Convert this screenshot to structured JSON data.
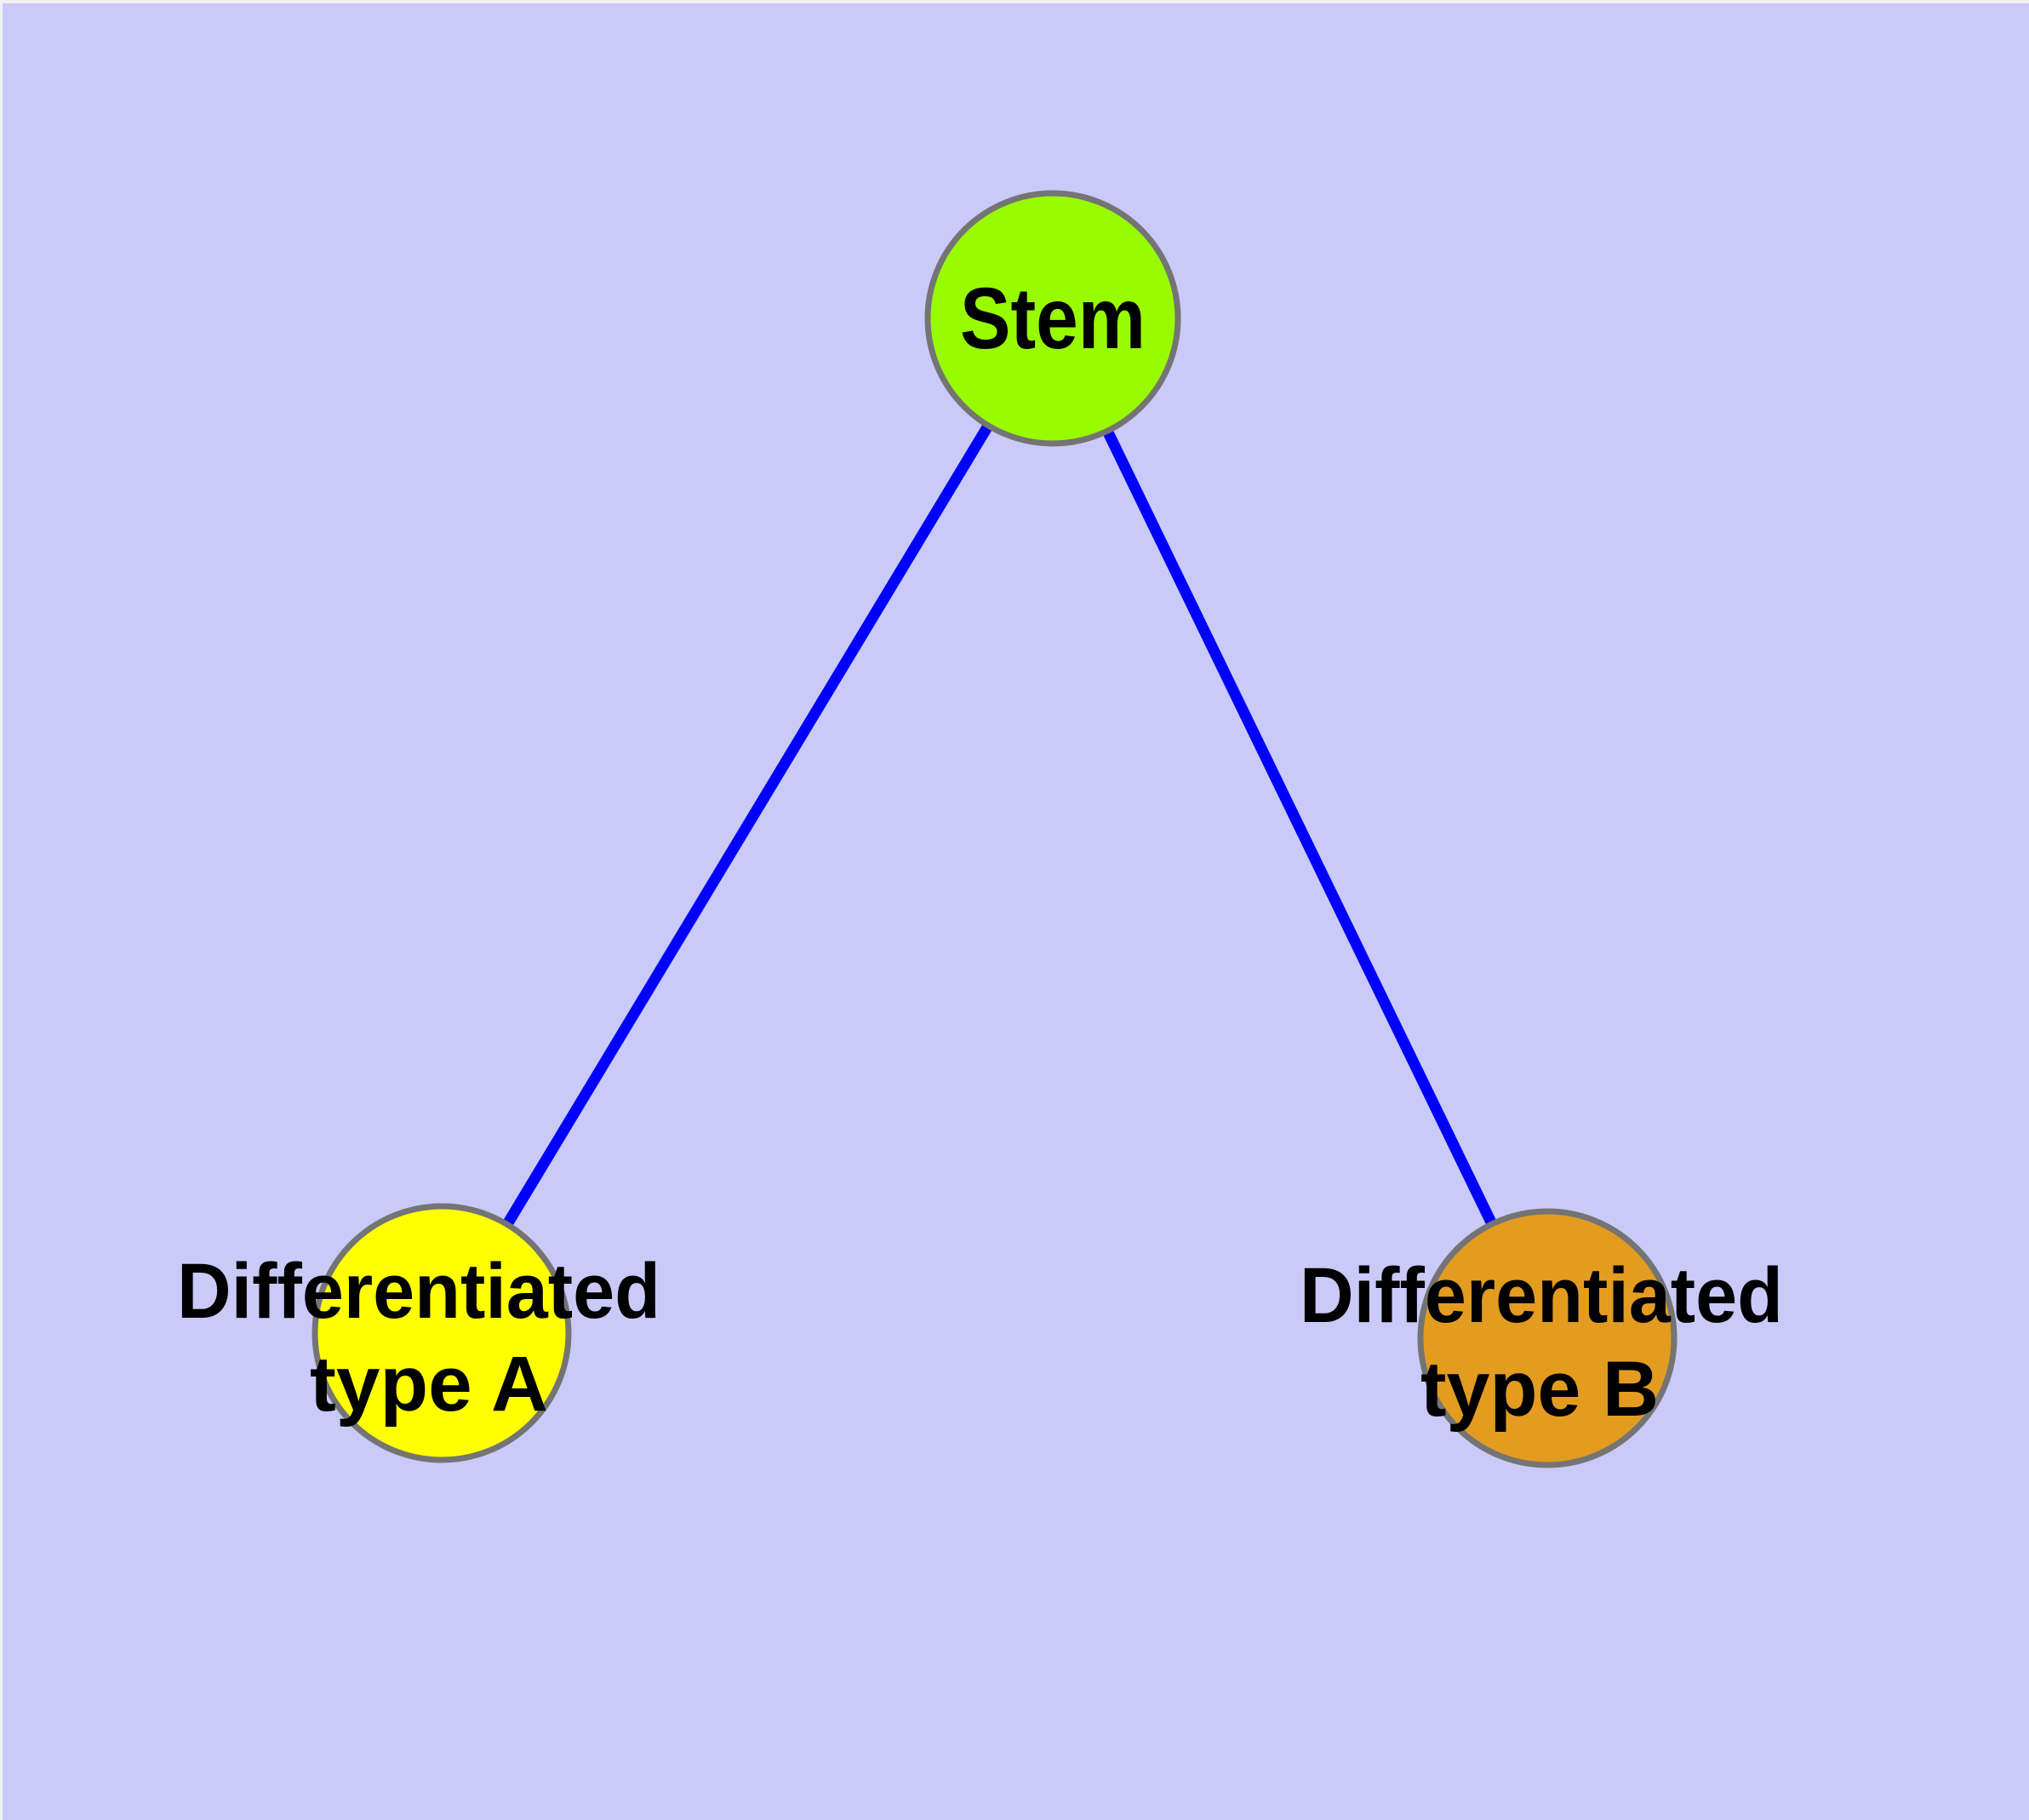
{
  "canvas": {
    "background_color": "#CACAF8",
    "edge_highlight_color": "#F1F1F1",
    "text_color": "#000000",
    "node_border_color": "#747474"
  },
  "graph": {
    "nodes": [
      {
        "id": "stem",
        "label": "Stem",
        "fill": "#99FB00"
      },
      {
        "id": "differentiated-type-a",
        "label_lines": [
          "Differentiated",
          "type A"
        ],
        "fill": "#FFFF00"
      },
      {
        "id": "differentiated-type-b",
        "label_lines": [
          "Differentiated",
          "type B"
        ],
        "fill": "#E39C20"
      }
    ],
    "edges": [
      {
        "from": "Stem",
        "to": "Differentiated type A",
        "color": "#0000FF"
      },
      {
        "from": "Stem",
        "to": "Differentiated type B",
        "color": "#0000FF"
      }
    ]
  }
}
